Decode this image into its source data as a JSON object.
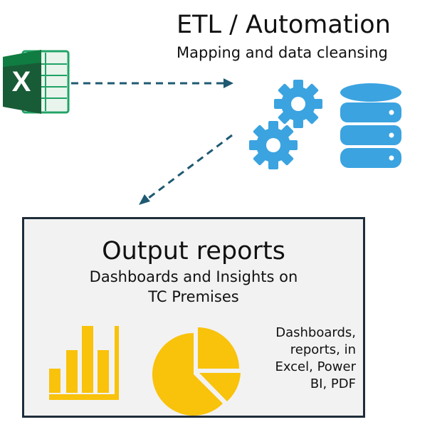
{
  "etl": {
    "title": "ETL / Automation",
    "subtitle": "Mapping and data cleansing"
  },
  "output": {
    "title": "Output reports",
    "subtitle_line1": "Dashboards and Insights on",
    "subtitle_line2": "TC Premises",
    "note_lines": [
      "Dashboards,",
      "reports, in",
      "Excel, Power",
      "BI, PDF"
    ]
  },
  "icons": {
    "source": "excel-icon",
    "gears": "gears-icon",
    "database": "database-icon",
    "bar_chart": "bar-chart-icon",
    "pie_chart": "pie-chart-icon"
  },
  "colors": {
    "excel_dark": "#185c37",
    "excel_mid": "#21a366",
    "automation_blue": "#3ba3e0",
    "report_gold": "#f9c20b",
    "arrow": "#1f5a72",
    "box_border": "#1f2d3a",
    "box_fill": "#f2f2f2"
  }
}
